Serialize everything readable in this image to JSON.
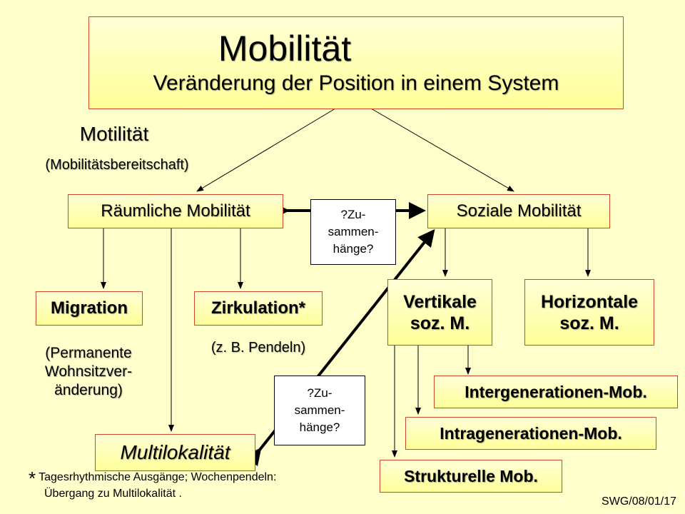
{
  "title": "Mobilität",
  "subtitle": "Veränderung der Position in einem System",
  "motilitaet": "Motilität",
  "motilitaet_sub": "(Mobilitätsbereitschaft)",
  "raeumlich": "Räumliche Mobilität",
  "sozial": "Soziale Mobilität",
  "zusammenhaenge_top": "?Zu-\nsammen-\nhänge?",
  "zusammenhaenge_bottom": "?Zu-\nsammen-\nhänge?",
  "migration": "Migration",
  "migration_note": "(Permanente\nWohnsitzver-\nänderung)",
  "zirkulation": "Zirkulation*",
  "zirkulation_note": "(z. B. Pendeln)",
  "vertikal": "Vertikale\nsoz. M.",
  "horizontal": "Horizontale\nsoz. M.",
  "intergenerationen": "Intergenerationen-Mob.",
  "intragenerationen": "Intragenerationen-Mob.",
  "strukturelle": "Strukturelle Mob.",
  "multilokalitaet": "Multilokalität",
  "footnote_star": "*",
  "footnote_line1": "Tagesrhythmische Ausgänge; Wochenpendeln:",
  "footnote_line2": "Übergang zu Multilokalität .",
  "code": "SWG/08/01/17"
}
